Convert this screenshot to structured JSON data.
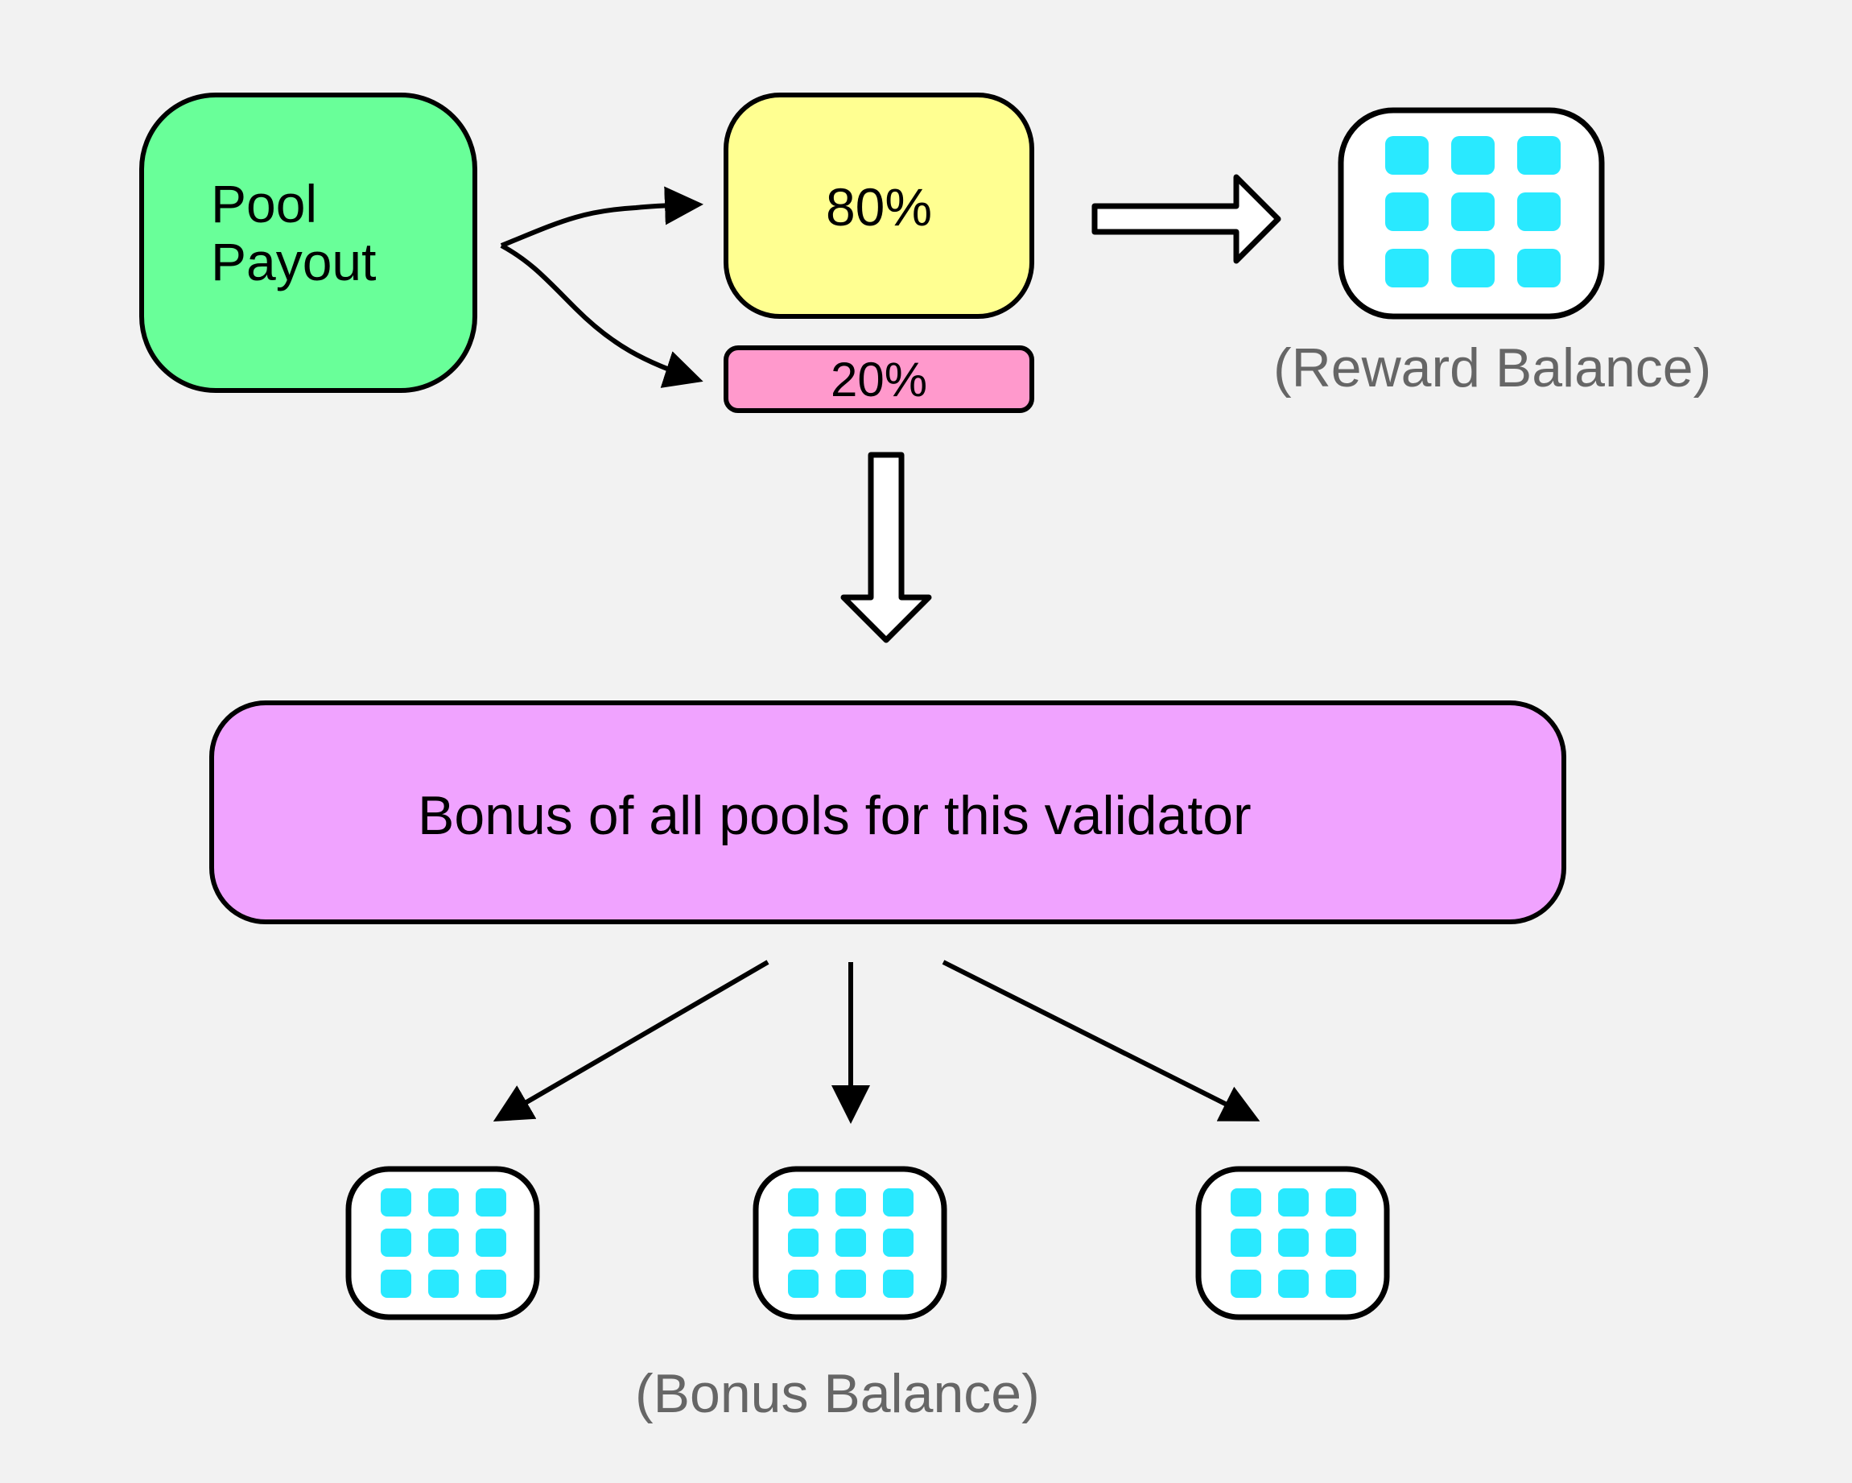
{
  "diagram": {
    "pool_payout_label": "Pool\nPayout",
    "share_main_label": "80%",
    "share_bonus_label": "20%",
    "bonus_pool_label": "Bonus of all pools for this validator",
    "reward_balance_caption": "(Reward Balance)",
    "bonus_balance_caption": "(Bonus Balance)"
  },
  "colors": {
    "background": "#f2f2f2",
    "pool_payout": "#69ff99",
    "share_main": "#ffff91",
    "share_bonus": "#ff99cc",
    "bonus_pool": "#f0a3ff",
    "wallet_cell": "#29e9ff",
    "wallet_fill": "#ffffff",
    "caption_text": "#666666"
  },
  "icons": {
    "wallet": "wallet-grid-icon",
    "flow_arrow": "flow-arrow-icon"
  }
}
